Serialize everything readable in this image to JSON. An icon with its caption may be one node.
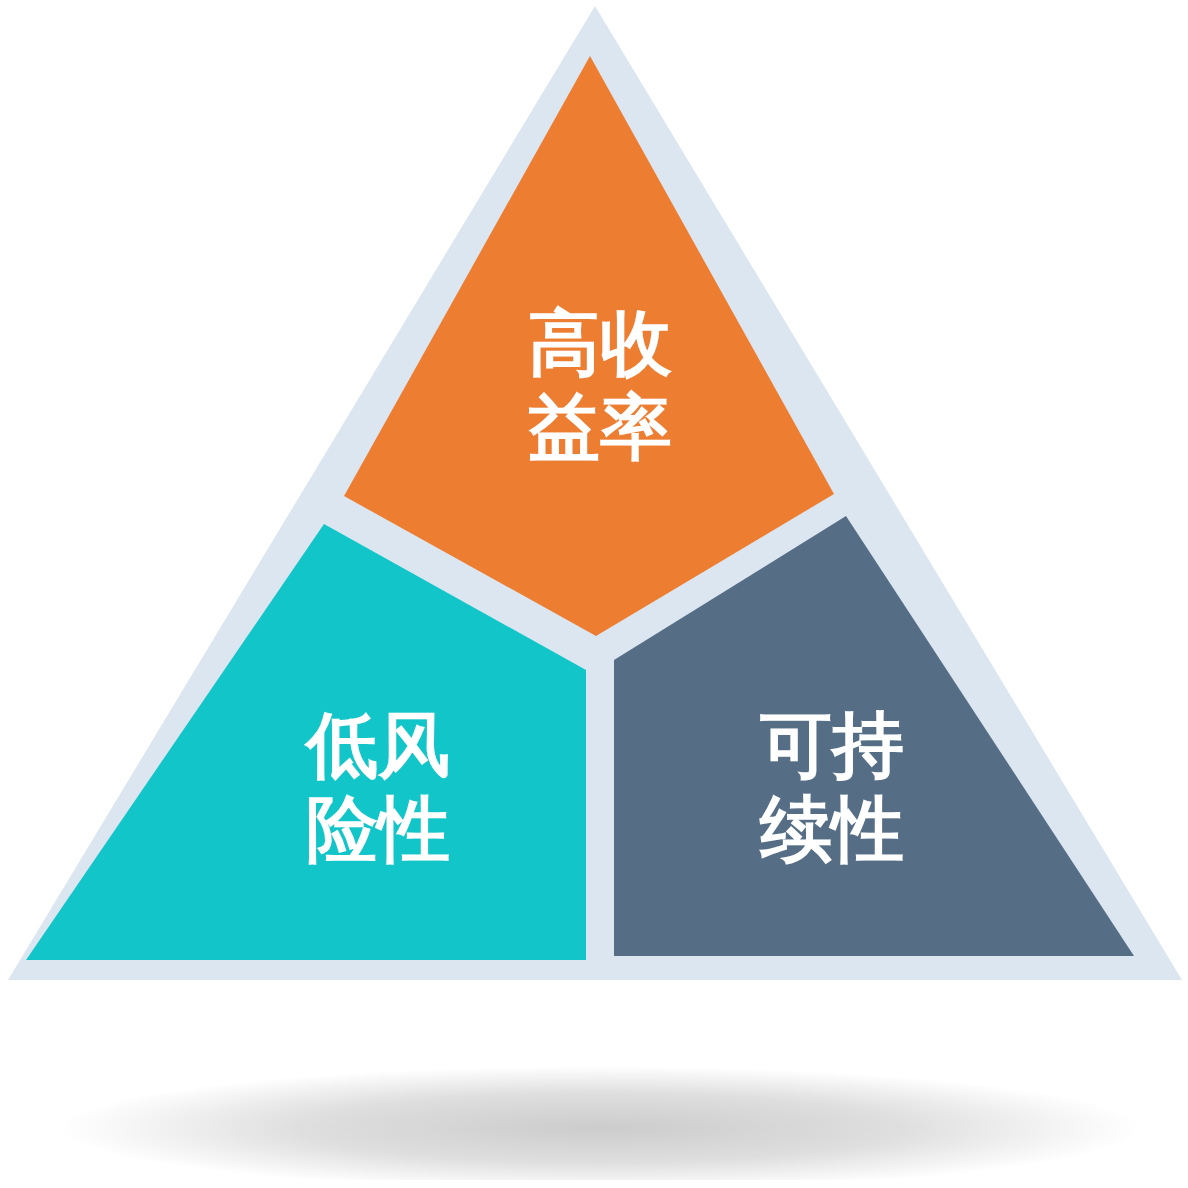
{
  "diagram": {
    "nodes": [
      {
        "text": [],
        "shape": "triangle"
      },
      {
        "text": [
          "高收益率"
        ],
        "in": 0
      },
      {
        "text": [
          "低风险性"
        ],
        "in": 0
      },
      {
        "text": [
          "可持续性"
        ],
        "in": 0
      }
    ]
  }
}
